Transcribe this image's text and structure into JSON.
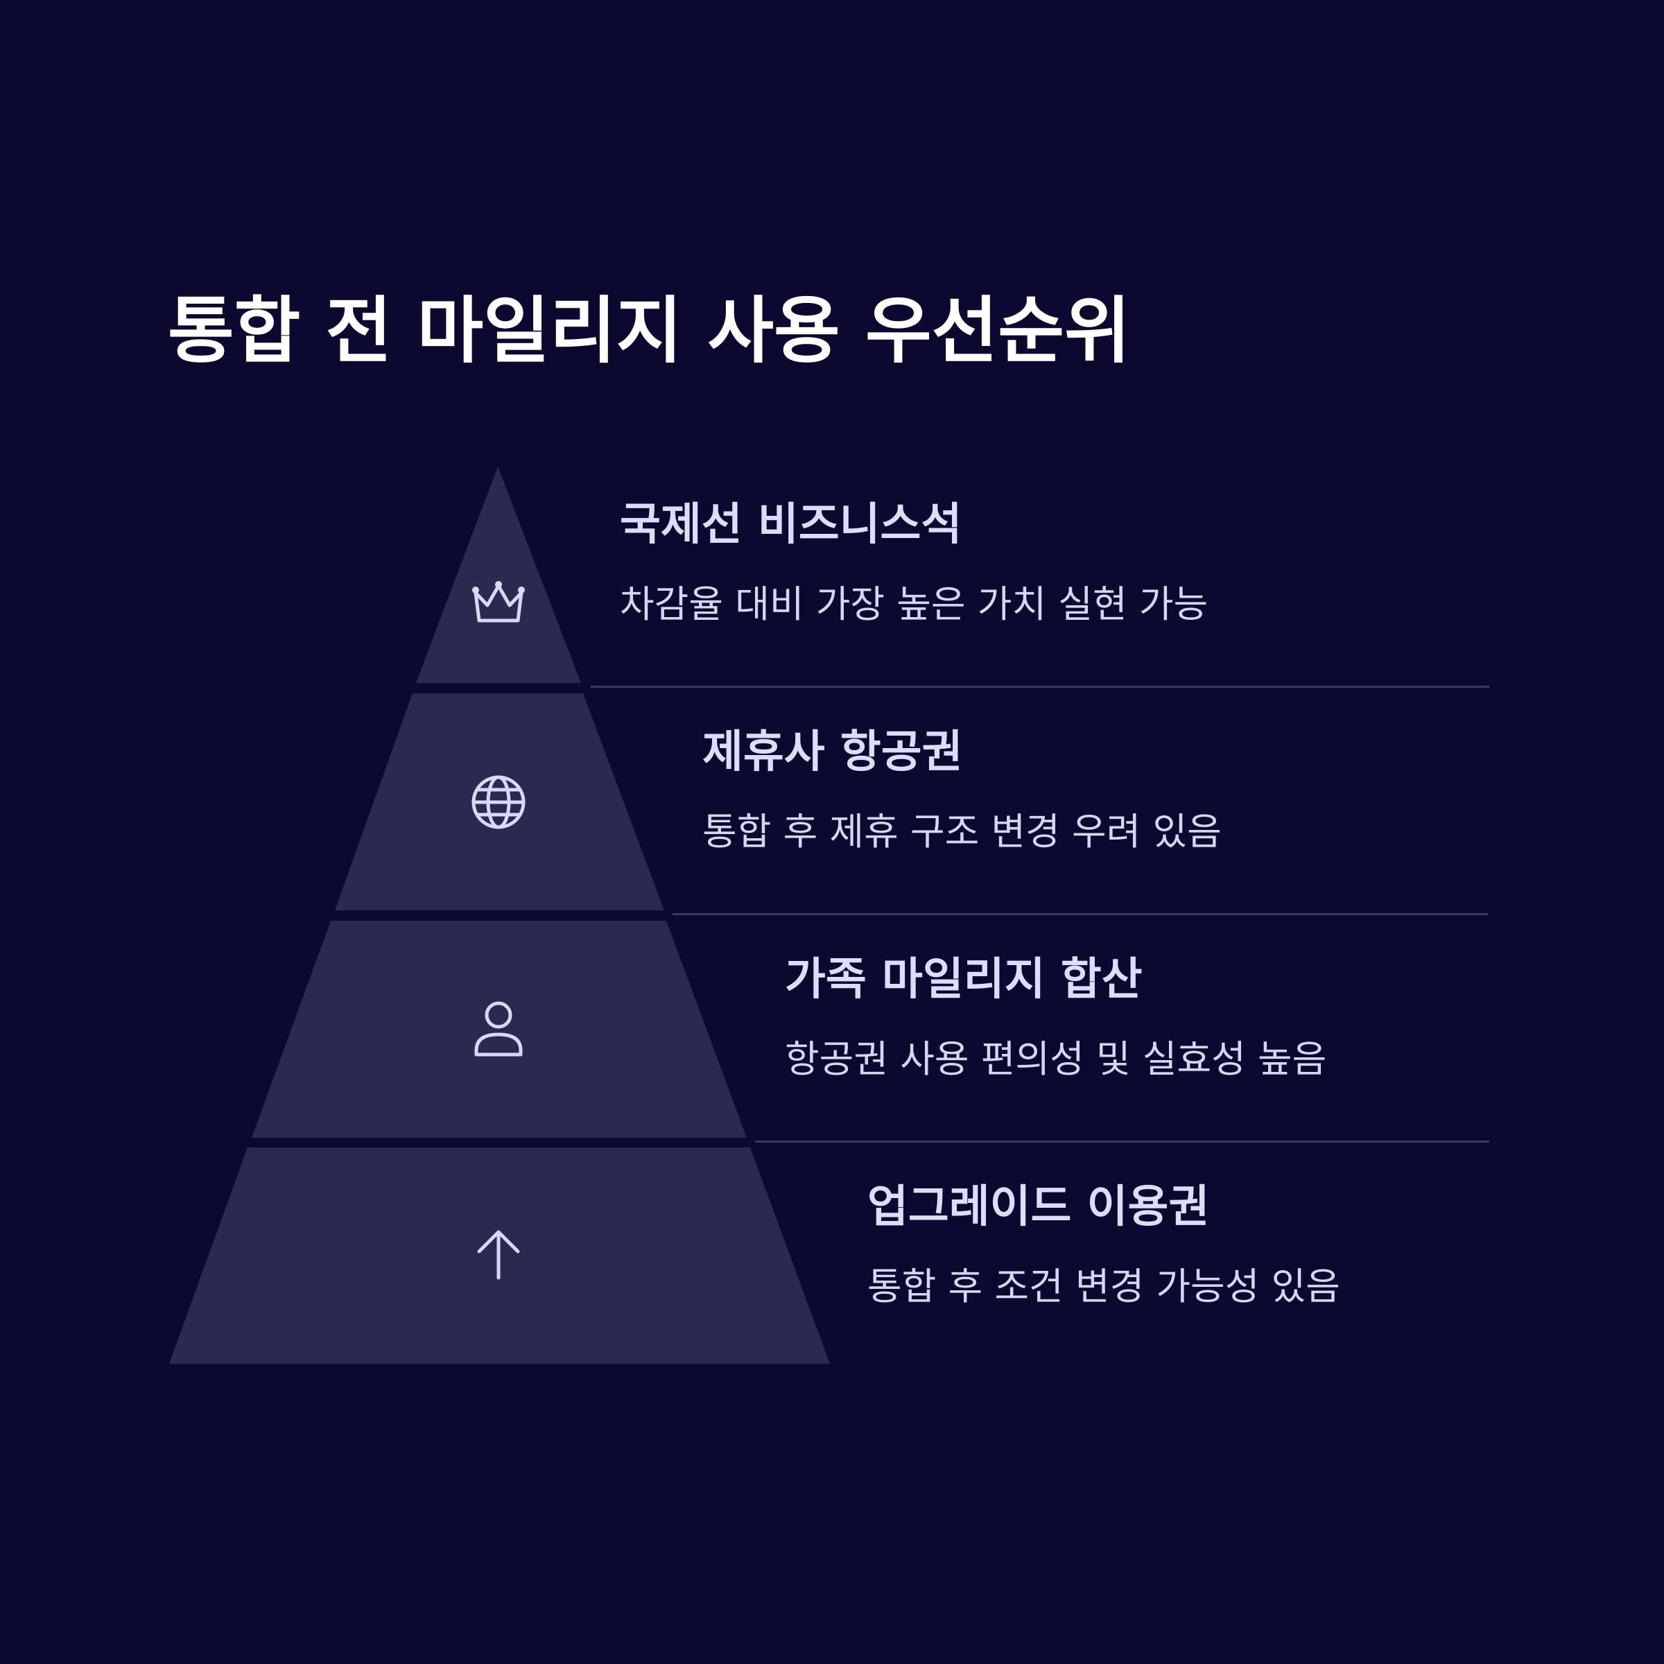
{
  "title": "통합 전 마일리지 사용 우선순위",
  "colors": {
    "background": "#0b0930",
    "tier_fill": "#2a2950",
    "icon_stroke": "#d9d9f7",
    "title_text": "#ffffff",
    "tier_title_text": "#dcdcfb",
    "tier_desc_text": "#d6d6ef",
    "divider": "#3d3b63"
  },
  "tiers": [
    {
      "title": "국제선 비즈니스석",
      "description": "차감율 대비 가장 높은 가치 실현 가능",
      "icon": "crown-icon"
    },
    {
      "title": "제휴사 항공권",
      "description": "통합 후 제휴 구조 변경 우려 있음",
      "icon": "globe-icon"
    },
    {
      "title": "가족 마일리지 합산",
      "description": "항공권 사용 편의성 및 실효성 높음",
      "icon": "user-icon"
    },
    {
      "title": "업그레이드 이용권",
      "description": "통합 후 조건 변경 가능성 있음",
      "icon": "arrow-up-icon"
    }
  ]
}
